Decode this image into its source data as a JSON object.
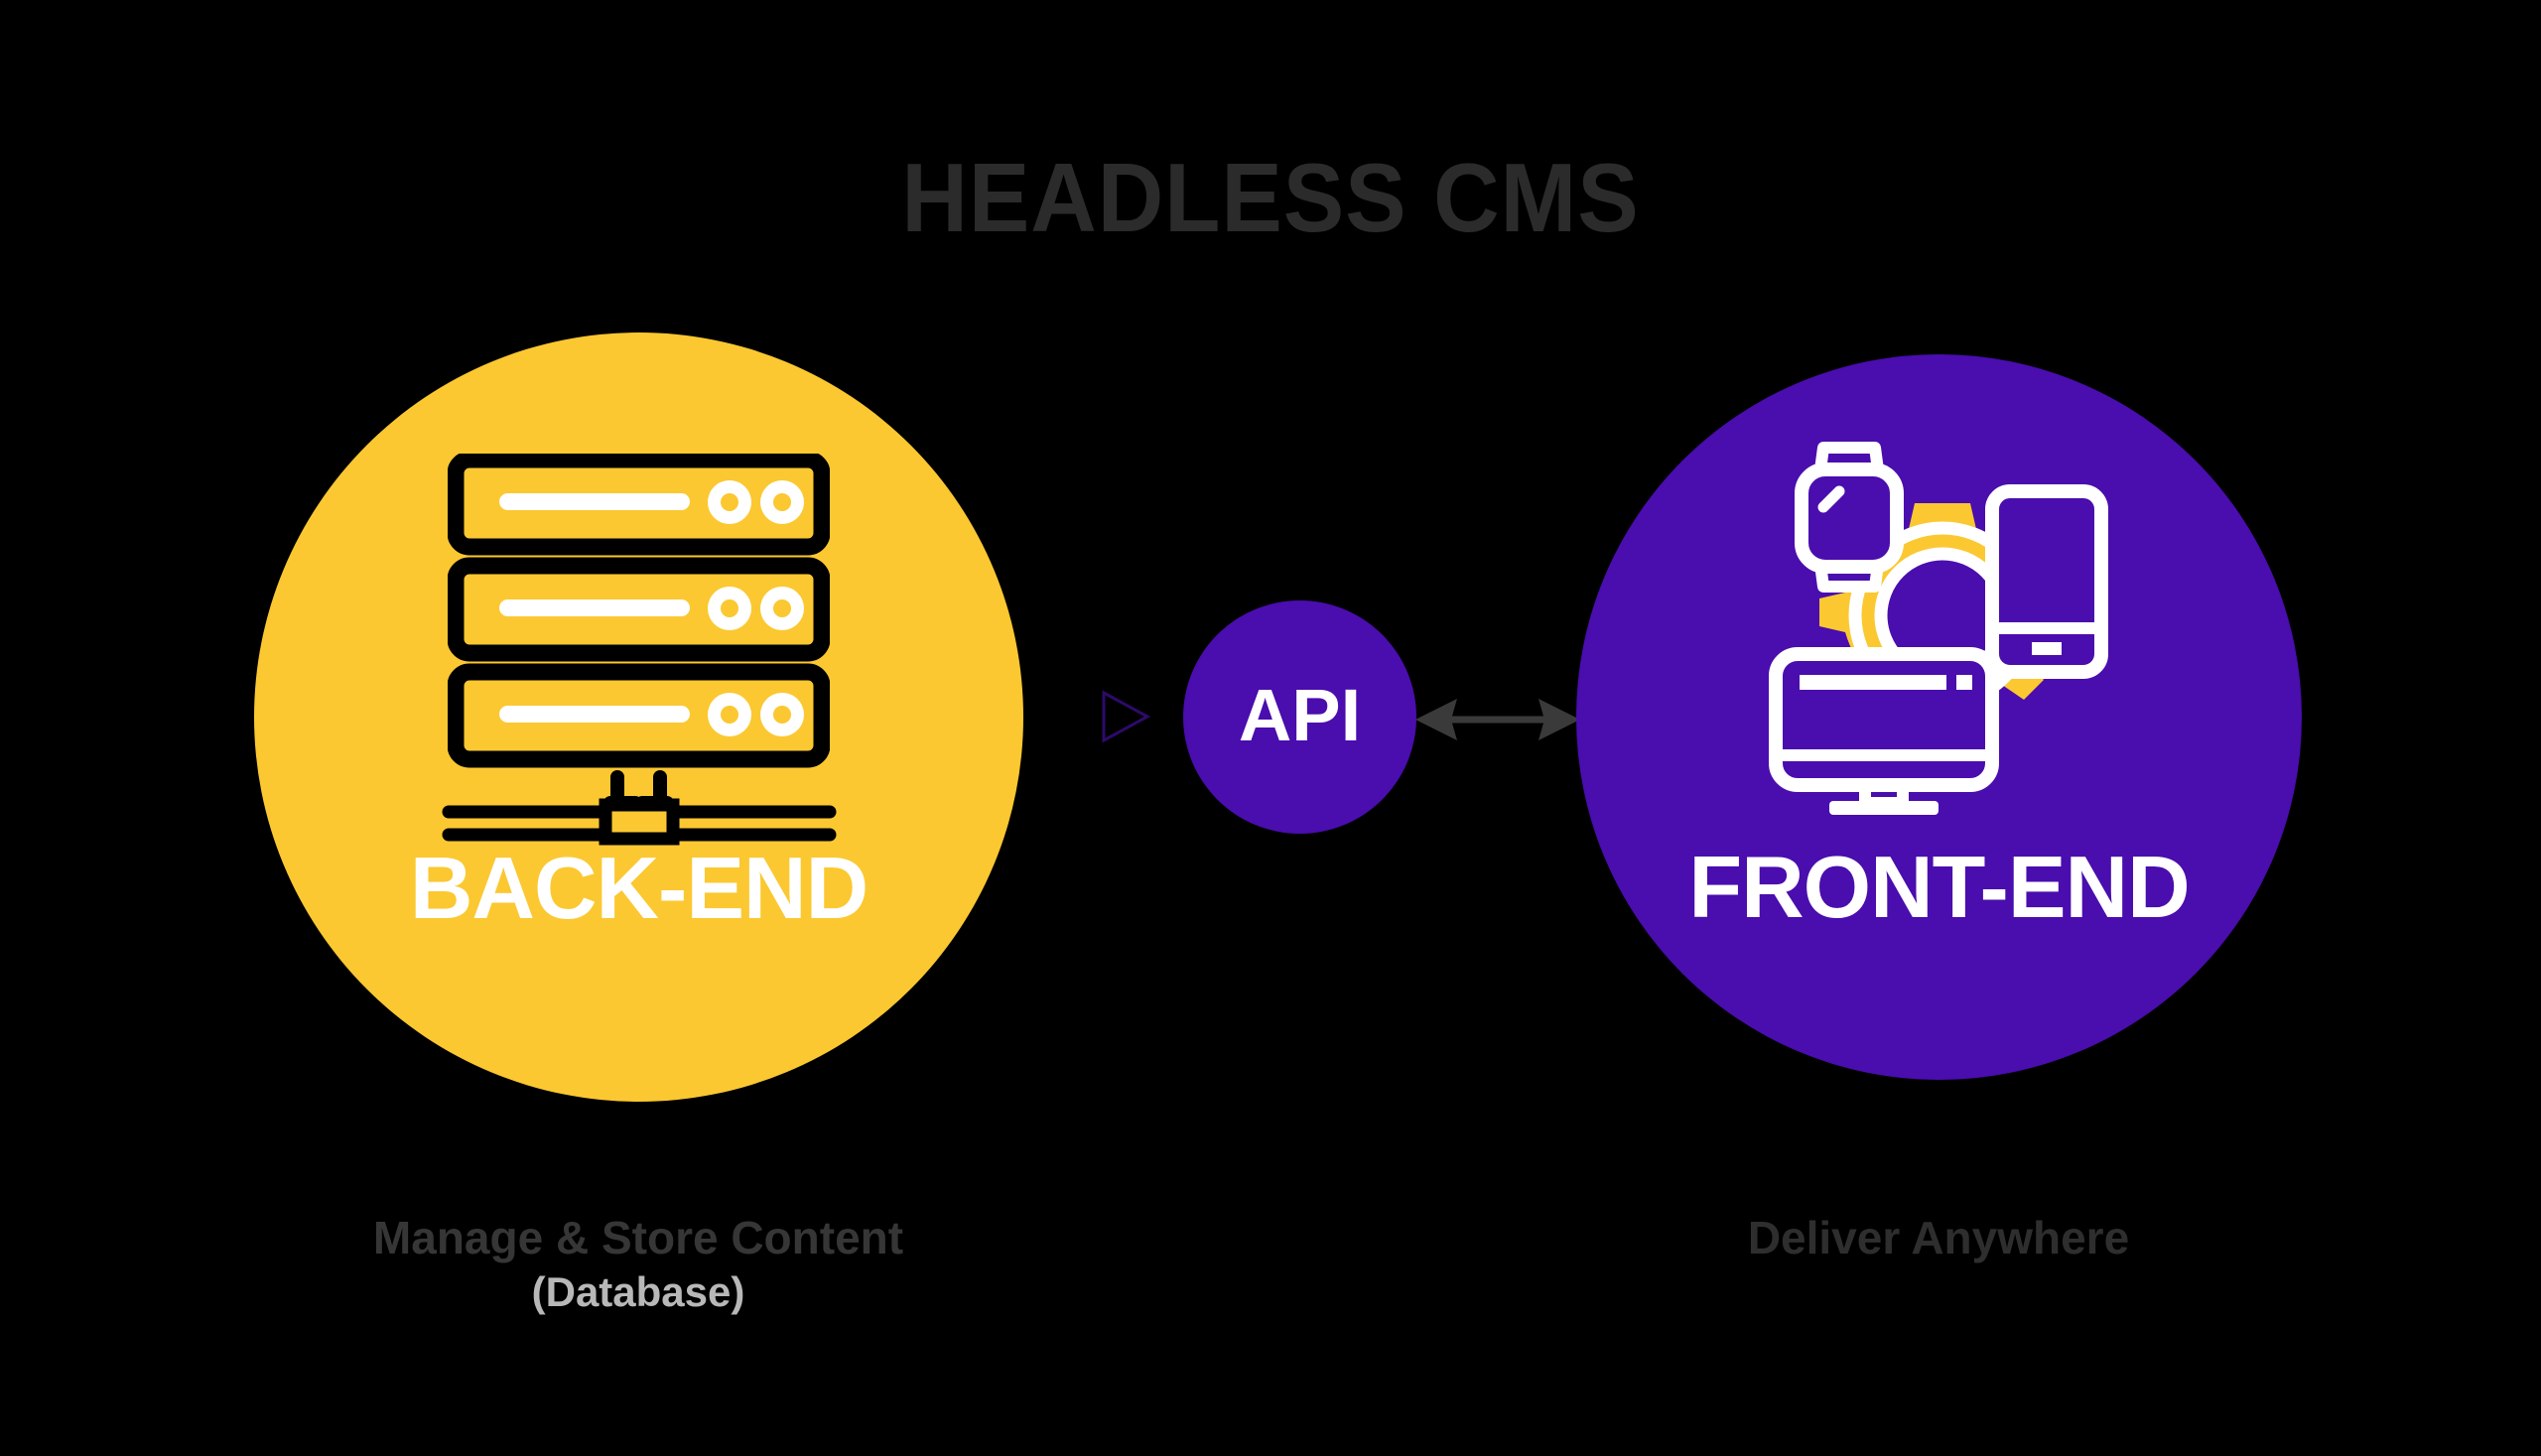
{
  "page": {
    "title": "HEADLESS CMS",
    "background_color": "#000000"
  },
  "colors": {
    "backend_yellow": "#FBC831",
    "frontend_purple": "#4A0DAE",
    "api_purple": "#4A0DAE",
    "title_gray": "#2b2b2b",
    "caption_gray": "#363636",
    "caption_sub_gray": "#b8b8b8",
    "arrow_gray": "#3a3a3a",
    "icon_white": "#ffffff",
    "icon_black": "#000000"
  },
  "nodes": {
    "backend": {
      "label": "BACK-END",
      "icon_name": "server-rack-icon",
      "caption_main": "Manage & Store Content",
      "caption_sub": "(Database)"
    },
    "api": {
      "label": "API",
      "icon_name": "api-node"
    },
    "frontend": {
      "label": "FRONT-END",
      "icon_name": "multi-device-gear-icon",
      "caption_main": "Deliver Anywhere",
      "caption_sub": ""
    }
  },
  "connectors": {
    "left": {
      "icon_name": "arrow-right-ghost-icon",
      "direction": "right"
    },
    "right": {
      "icon_name": "double-headed-arrow-icon",
      "direction": "bidirectional"
    }
  },
  "icon_parts": {
    "server_units": 3,
    "server_led_count": 2,
    "device_names": [
      "smartwatch-icon",
      "smartphone-icon",
      "desktop-monitor-icon",
      "gear-icon"
    ]
  }
}
